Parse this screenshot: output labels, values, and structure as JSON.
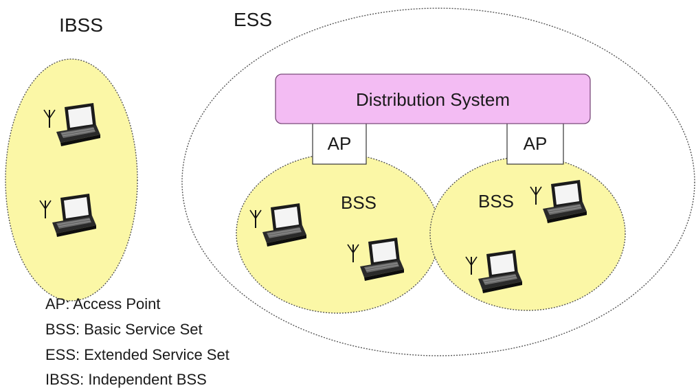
{
  "labels": {
    "ibss": "IBSS",
    "ess": "ESS",
    "distribution_system": "Distribution System",
    "ap_left": "AP",
    "ap_right": "AP",
    "bss_left": "BSS",
    "bss_right": "BSS"
  },
  "legend": [
    "AP: Access Point",
    "BSS: Basic Service Set",
    "ESS: Extended Service Set",
    "IBSS: Independent BSS"
  ],
  "colors": {
    "cell_fill": "#fbf7a6",
    "ds_fill": "#f3bcf3",
    "ds_stroke": "#7a4a7a",
    "outline": "#555555",
    "text": "#1a1a1a"
  },
  "icons": {
    "station": "laptop-with-antenna-icon"
  }
}
